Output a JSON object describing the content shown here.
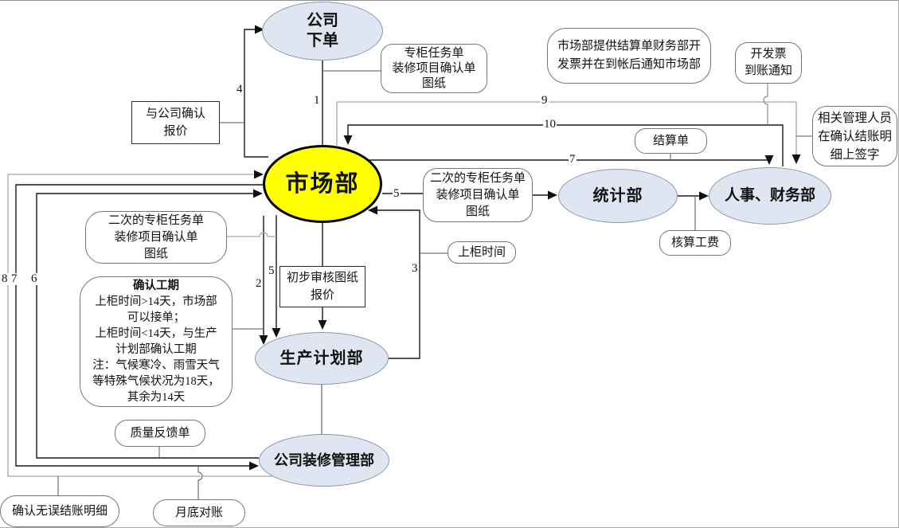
{
  "nodes": {
    "company_order": {
      "lines": [
        "公司",
        "下单"
      ]
    },
    "marketing": {
      "label": "市场部"
    },
    "statistics": {
      "label": "统计部"
    },
    "hr_finance": {
      "label": "人事、财务部"
    },
    "production_planning": {
      "label": "生产计划部"
    },
    "decoration_mgmt": {
      "label": "公司装修管理部"
    }
  },
  "process_boxes": {
    "confirm_quote": {
      "lines": [
        "与公司确认",
        "报价"
      ]
    },
    "preliminary_review": {
      "lines": [
        "初步审核图纸",
        "报价"
      ]
    }
  },
  "annotations": {
    "first_task_sheet": {
      "lines": [
        "专柜任务单",
        "装修项目确认单",
        "图纸"
      ]
    },
    "settlement_invoice_note": {
      "lines": [
        "市场部提供结算单财务部开",
        "发票并在到帐后通知市场部"
      ]
    },
    "invoice_arrival_notice": {
      "lines": [
        "开发票",
        "到账通知"
      ]
    },
    "managers_signature": {
      "lines": [
        "相关管理人员",
        "在确认结账明",
        "细上签字"
      ]
    },
    "settlement_sheet": {
      "label": "结算单"
    },
    "second_task_sheet_right": {
      "lines": [
        "二次的专柜任务单",
        "装修项目确认单",
        "图纸"
      ]
    },
    "shelf_time": {
      "label": "上柜时间"
    },
    "second_task_sheet_left": {
      "lines": [
        "二次的专柜任务单",
        "装修项目确认单",
        "图纸"
      ]
    },
    "confirm_work_period": {
      "title": "确认工期",
      "lines": [
        "上柜时间>14天，市场部",
        "可以接单；",
        "上柜时间<14天，与生产",
        "计划部确认工期",
        "注：气候寒冷、雨雪天气",
        "等特殊气候状况为18天，",
        "其余为14天"
      ]
    },
    "quality_feedback": {
      "label": "质量反馈单"
    },
    "verified_settlement_details": {
      "label": "确认无误结账明细"
    },
    "month_end_reconciliation": {
      "label": "月底对账"
    },
    "labor_cost_accounting": {
      "label": "核算工费"
    }
  },
  "edge_labels": {
    "e1": "1",
    "e2": "2",
    "e3": "3",
    "e4": "4",
    "e5_left": "5",
    "e5_right": "5",
    "e6": "6",
    "e7_left": "7",
    "e7_right": "7",
    "e8": "8",
    "e9": "9",
    "e10": "10"
  },
  "colors": {
    "highlight_node": "#ffff00",
    "node_fill": "#dfe5f1",
    "line_black": "#1a1a1a",
    "line_gray": "#a6a6a6"
  }
}
